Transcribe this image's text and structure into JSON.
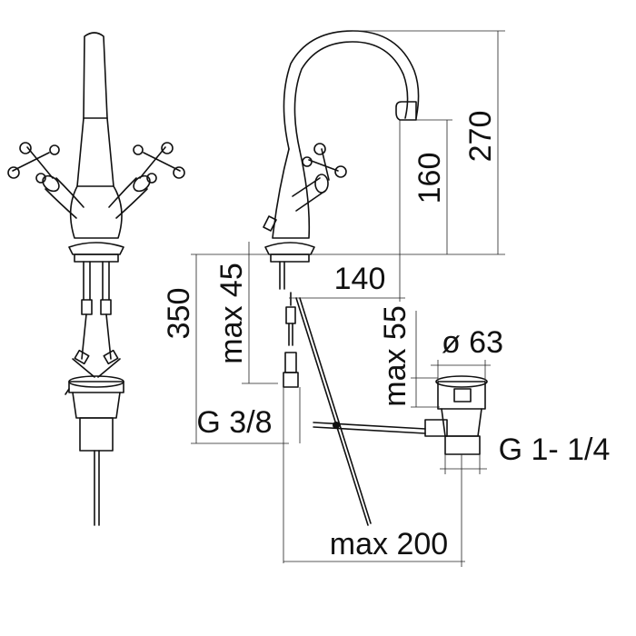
{
  "diagram": {
    "dimensions": {
      "height_total": "270",
      "spout_height": "160",
      "spout_reach": "140",
      "below_deck_total": "350",
      "deck_thickness": "max 45",
      "basin_thickness": "max 55",
      "waste_diameter": "ø 63",
      "supply_thread": "G 3/8",
      "waste_thread": "G 1- 1/4",
      "pop_up_rod": "max 200"
    }
  }
}
